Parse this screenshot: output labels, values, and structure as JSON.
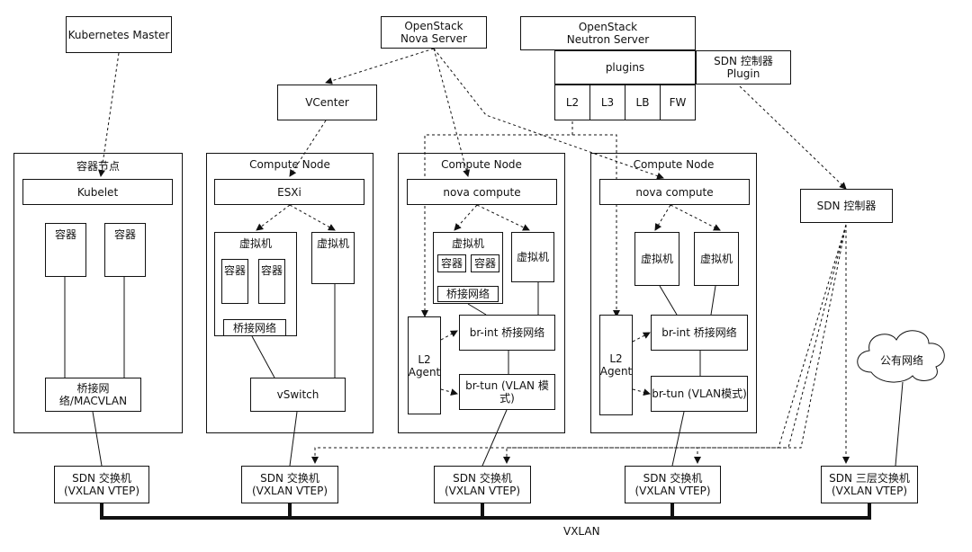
{
  "top": {
    "k8s_master": "Kubernetes Master",
    "nova_server": "OpenStack\nNova Server",
    "neutron_server": "OpenStack\nNeutron Server",
    "plugins": "plugins",
    "sdn_plugin": "SDN 控制器 Plugin",
    "l2": "L2",
    "l3": "L3",
    "lb": "LB",
    "fw": "FW",
    "vcenter": "VCenter",
    "sdn_controller": "SDN 控制器"
  },
  "nodes": {
    "container_node": {
      "title": "容器节点",
      "kubelet": "Kubelet",
      "c1": "容器",
      "c2": "容器",
      "bridge": "桥接网\n络/MACVLAN"
    },
    "esxi_node": {
      "title": "Compute Node",
      "esxi": "ESXi",
      "vm1": "虚拟机",
      "vm1_c1": "容器",
      "vm1_c2": "容器",
      "vm1_bridge": "桥接网络",
      "vm2": "虚拟机",
      "vswitch": "vSwitch"
    },
    "compute_node_a": {
      "title": "Compute Node",
      "nova": "nova compute",
      "vm1": "虚拟机",
      "vm1_c1": "容器",
      "vm1_c2": "容器",
      "vm1_bridge": "桥接网络",
      "vm2": "虚拟机",
      "l2agent": "L2\nAgent",
      "brint": "br-int 桥接网络",
      "brtun": "br-tun (VLAN 模式)"
    },
    "compute_node_b": {
      "title": "Compute Node",
      "nova": "nova compute",
      "vm1": "虚拟机",
      "vm2": "虚拟机",
      "l2agent": "L2\nAgent",
      "brint": "br-int 桥接网络",
      "brtun": "br-tun (VLAN模式)"
    }
  },
  "cloud": "公有网络",
  "switches": [
    "SDN 交换机\n(VXLAN VTEP)",
    "SDN 交换机\n(VXLAN VTEP)",
    "SDN 交换机\n(VXLAN VTEP)",
    "SDN 交换机\n(VXLAN VTEP)",
    "SDN 三层交换机\n(VXLAN VTEP)"
  ],
  "bus_label": "VXLAN"
}
